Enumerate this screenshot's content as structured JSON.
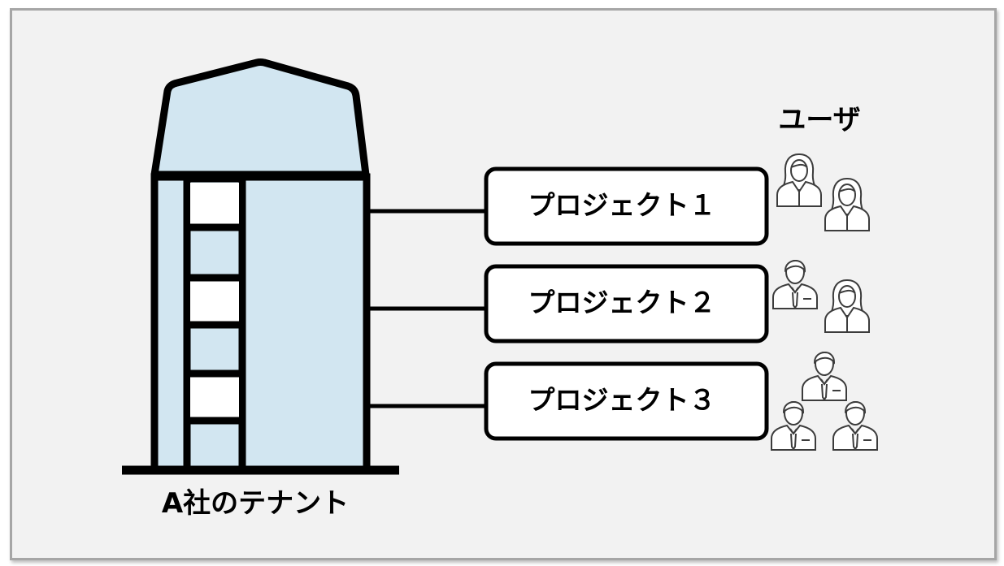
{
  "tenant": {
    "label": "A社のテナント"
  },
  "users_label": "ユーザ",
  "projects": [
    {
      "label": "プロジェクト１",
      "users": [
        "female",
        "female"
      ]
    },
    {
      "label": "プロジェクト２",
      "users": [
        "male",
        "female"
      ]
    },
    {
      "label": "プロジェクト３",
      "users": [
        "male",
        "male",
        "male"
      ]
    }
  ],
  "colors": {
    "building_fill": "#d2e6f1",
    "stroke": "#000000",
    "background": "#f2f2f2",
    "icon_stroke": "#3c3c3c"
  }
}
